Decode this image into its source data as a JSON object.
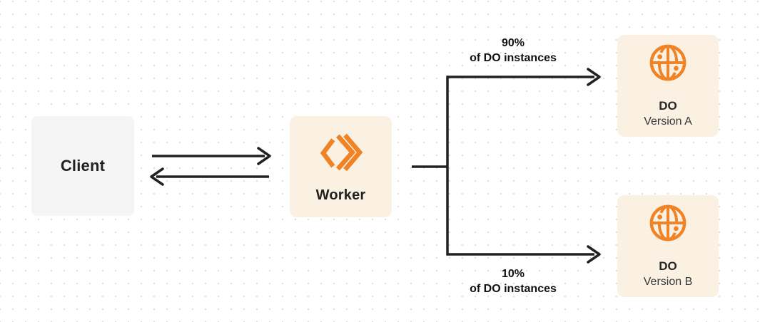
{
  "diagram": {
    "client": {
      "label": "Client"
    },
    "worker": {
      "label": "Worker"
    },
    "branch_top": {
      "percent": "90%",
      "caption": "of DO instances"
    },
    "branch_bottom": {
      "percent": "10%",
      "caption": "of DO instances"
    },
    "do_version_a": {
      "title": "DO",
      "subtitle": "Version A"
    },
    "do_version_b": {
      "title": "DO",
      "subtitle": "Version B"
    }
  },
  "icons": {
    "worker_icon": "workers-chevrons-icon",
    "do_icon": "durable-object-globe-icon"
  },
  "colors": {
    "accent_orange": "#ef8326",
    "node_cream_bg": "#fbf1e3",
    "client_gray_bg": "#f5f5f6",
    "connector_line": "#212121",
    "grid_dot": "#dcdcdc",
    "text_primary": "#212121",
    "text_secondary": "#383838"
  }
}
